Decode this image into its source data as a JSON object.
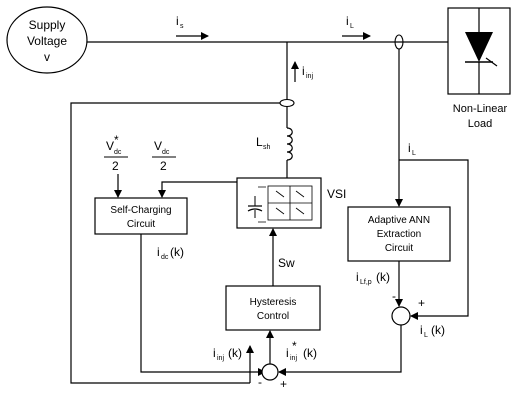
{
  "supply": {
    "line1": "Supply",
    "line2": "Voltage",
    "line3": "v"
  },
  "load": {
    "line1": "Non-Linear",
    "line2": "Load"
  },
  "currents": {
    "is_main": "i",
    "is_sub": "s",
    "il_main": "i",
    "il_sub": "L",
    "iinj_main": "i",
    "iinj_sub": "inj",
    "il_right_main": "i",
    "il_right_sub": "L"
  },
  "inductor": {
    "main": "L",
    "sub": "sh"
  },
  "vsi": {
    "label": "VSI"
  },
  "vdc_ref": {
    "num_main": "V",
    "num_sub": "dc",
    "star": "*",
    "den": "2"
  },
  "vdc": {
    "num_main": "V",
    "num_sub": "dc",
    "den": "2"
  },
  "blocks": {
    "self_charging": {
      "line1": "Self-Charging",
      "line2": "Circuit"
    },
    "ann": {
      "line1": "Adaptive ANN",
      "line2": "Extraction",
      "line3": "Circuit"
    },
    "hysteresis": {
      "line1": "Hysteresis",
      "line2": "Control"
    }
  },
  "signals": {
    "idc": {
      "main": "i",
      "sub": "dc",
      "arg": "(k)"
    },
    "sw": "Sw",
    "ilfp": {
      "main": "i",
      "sub": "Lf,p",
      "arg": "(k)"
    },
    "ilk": {
      "main": "i",
      "sub": "L",
      "arg": "(k)"
    },
    "iinjk": {
      "main": "i",
      "sub": "inj",
      "arg": "(k)"
    },
    "iinjk_ref": {
      "main": "i",
      "sub": "inj",
      "star": "*",
      "arg": "(k)"
    }
  },
  "signs": {
    "minus": "-",
    "plus": "+"
  }
}
